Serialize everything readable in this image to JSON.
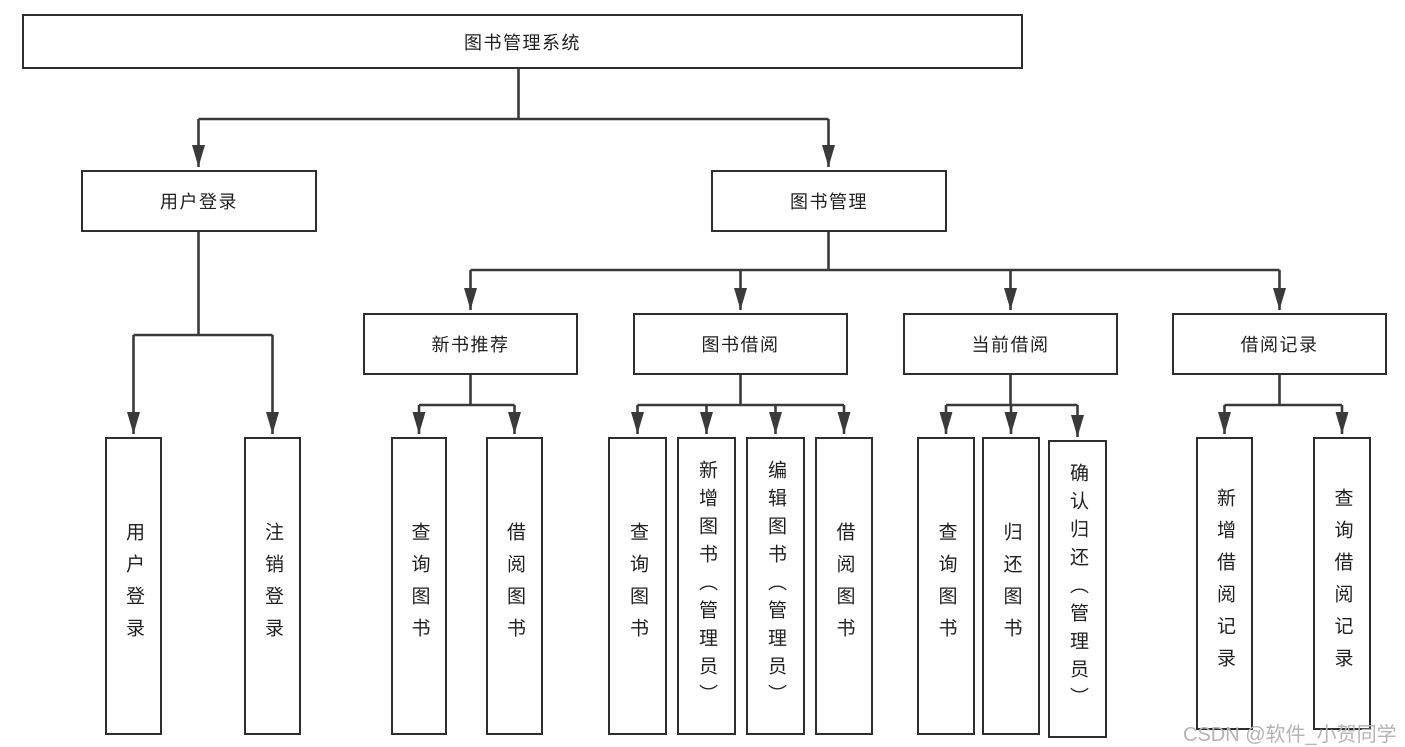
{
  "diagram": {
    "root": {
      "label": "图书管理系统"
    },
    "branches": [
      {
        "label": "用户登录",
        "children": [
          {
            "label": "用户登录"
          },
          {
            "label": "注销登录"
          }
        ]
      },
      {
        "label": "图书管理",
        "children": [
          {
            "label": "新书推荐",
            "children": [
              {
                "label": "查询图书"
              },
              {
                "label": "借阅图书"
              }
            ]
          },
          {
            "label": "图书借阅",
            "children": [
              {
                "label": "查询图书"
              },
              {
                "label": "新增图书（管理员）"
              },
              {
                "label": "编辑图书（管理员）"
              },
              {
                "label": "借阅图书"
              }
            ]
          },
          {
            "label": "当前借阅",
            "children": [
              {
                "label": "查询图书"
              },
              {
                "label": "归还图书"
              },
              {
                "label": "确认归还（管理员）"
              }
            ]
          },
          {
            "label": "借阅记录",
            "children": [
              {
                "label": "新增借阅记录"
              },
              {
                "label": "查询借阅记录"
              }
            ]
          }
        ]
      }
    ]
  },
  "watermark": {
    "text": "CSDN @软件_小贺同学"
  },
  "colors": {
    "line": "#3a3a3a",
    "border": "#2e2e2e",
    "fill": "#ffffff",
    "text": "#1f1f1f",
    "watermark": "#b4b4b4"
  }
}
